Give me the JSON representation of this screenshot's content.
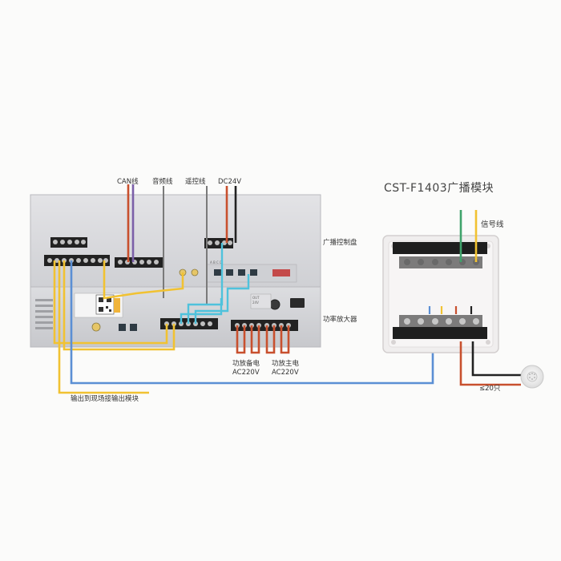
{
  "module_title": "CST-F1403广播模块",
  "wire_labels": {
    "can": "CAN线",
    "audio": "音频线",
    "remote": "遥控线",
    "dc": "DC24V",
    "signal": "信号线"
  },
  "device_labels": {
    "panel": "广播控制盘",
    "amplifier": "功率放大器"
  },
  "power_labels": {
    "backup": "功放备电",
    "backup_voltage": "AC220V",
    "main": "功放主电",
    "main_voltage": "AC220V"
  },
  "output_label": "输出到现场接输出模块",
  "speaker_limit": "≤20只",
  "colors": {
    "red": "#c8502e",
    "purple": "#7b5fa8",
    "gray_wire": "#7a7a7a",
    "black": "#222222",
    "cyan": "#4fc2dc",
    "yellow": "#f1c232",
    "blue": "#5b8fd4",
    "green": "#3fa36b"
  }
}
